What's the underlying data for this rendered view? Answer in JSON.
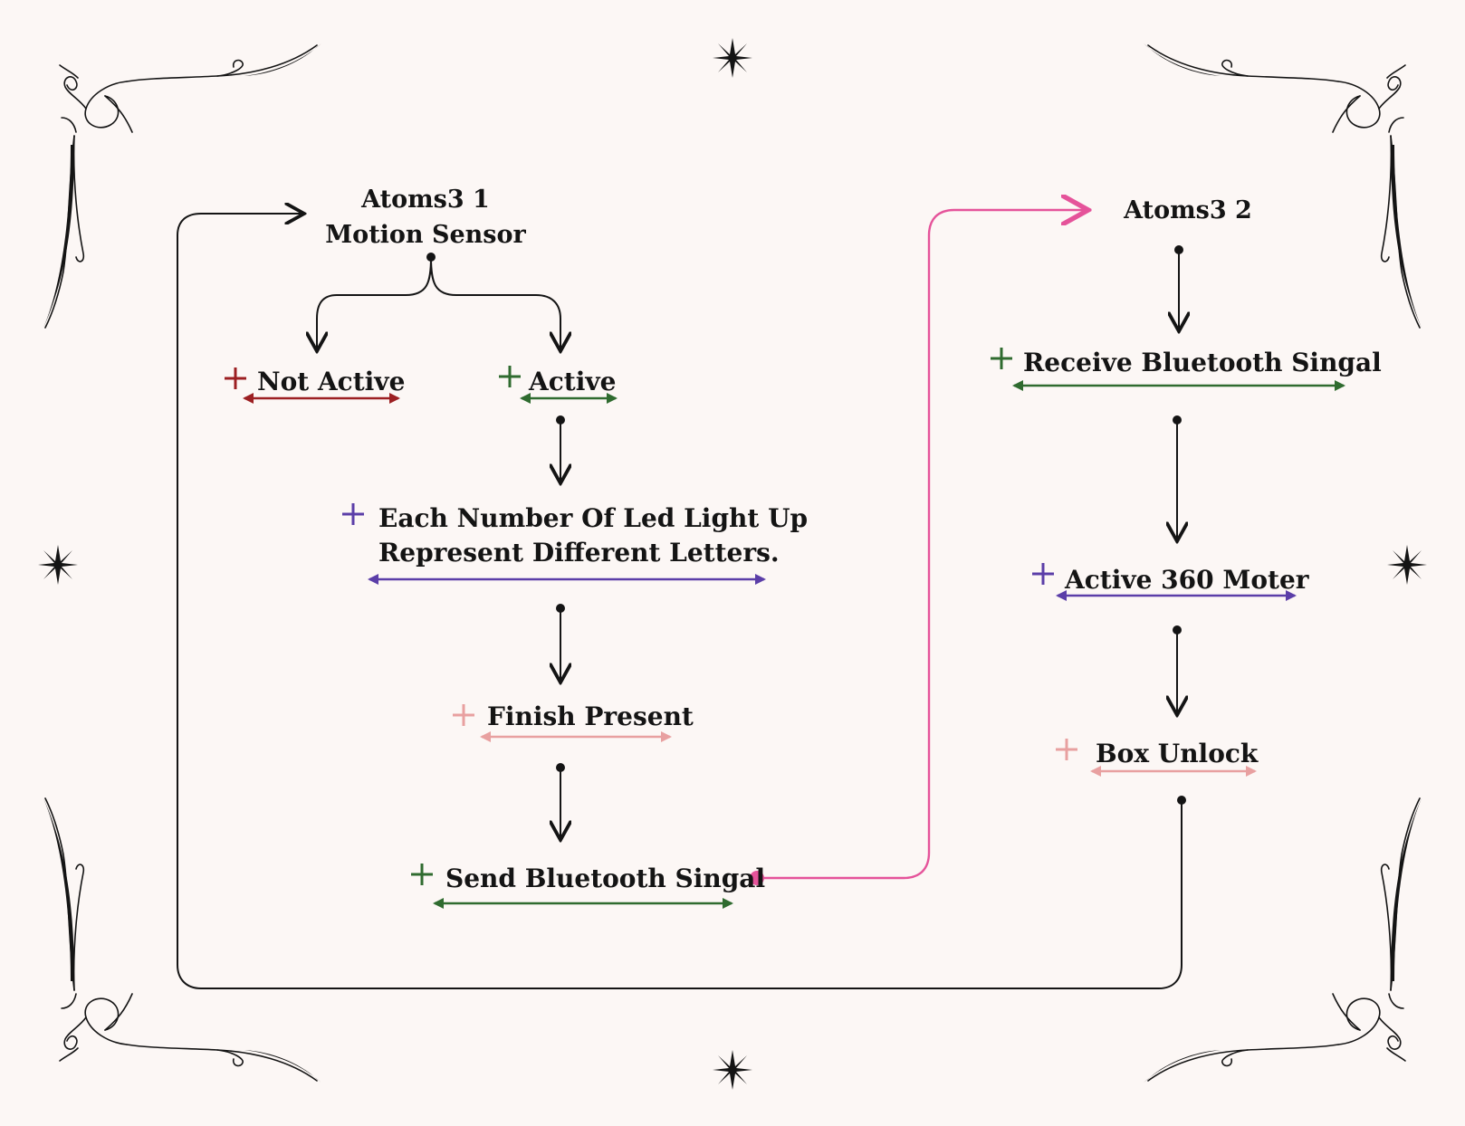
{
  "diagram": {
    "nodes": {
      "atoms1": {
        "line1": "Atoms3 1",
        "line2": "Motion Sensor"
      },
      "not_active": {
        "label": "Not Active",
        "color": "#9c1f22"
      },
      "active": {
        "label": "Active",
        "color": "#2f6b2f"
      },
      "each_number": {
        "line1": "Each Number Of Led Light Up",
        "line2": "Represent Different Letters.",
        "color": "#5b3ea8"
      },
      "finish_present": {
        "label": "Finish Present",
        "color": "#e8a0a0"
      },
      "send_bt": {
        "label": "Send Bluetooth Singal",
        "color": "#2f6b2f"
      },
      "atoms2": {
        "label": "Atoms3 2"
      },
      "receive_bt": {
        "label": "Receive Bluetooth Singal",
        "color": "#2f6b2f"
      },
      "active_360": {
        "label": "Active 360 Moter",
        "color": "#5b3ea8"
      },
      "box_unlock": {
        "label": "Box Unlock",
        "color": "#e8a0a0"
      }
    },
    "colors": {
      "ink": "#141414",
      "background": "#fcf7f5",
      "bluetooth_link": "#e5539a"
    },
    "decorations": {
      "corner_ornament": "flourish-ornament",
      "star_ornament": "eight-point-star-icon"
    }
  }
}
